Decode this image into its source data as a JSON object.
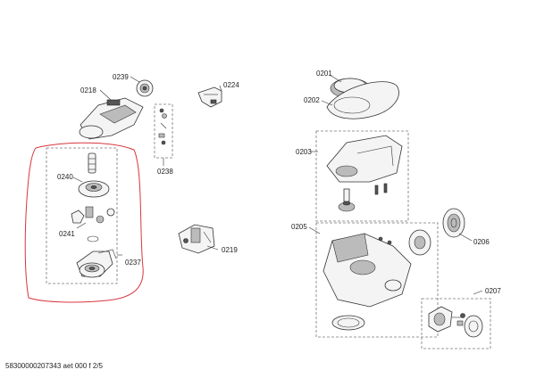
{
  "parts": {
    "p0201": "0201",
    "p0202": "0202",
    "p0203": "0203",
    "p0205": "0205",
    "p0206": "0206",
    "p0207": "0207",
    "p0218": "0218",
    "p0219": "0219",
    "p0224": "0224",
    "p0237": "0237",
    "p0238": "0238",
    "p0239": "0239",
    "p0240": "0240",
    "p0241": "0241"
  },
  "footer": "58300000207343 aet 000 f 2/5",
  "colors": {
    "highlight_outline": "#d9363e",
    "dashed_box": "#777777",
    "line": "#333333"
  }
}
